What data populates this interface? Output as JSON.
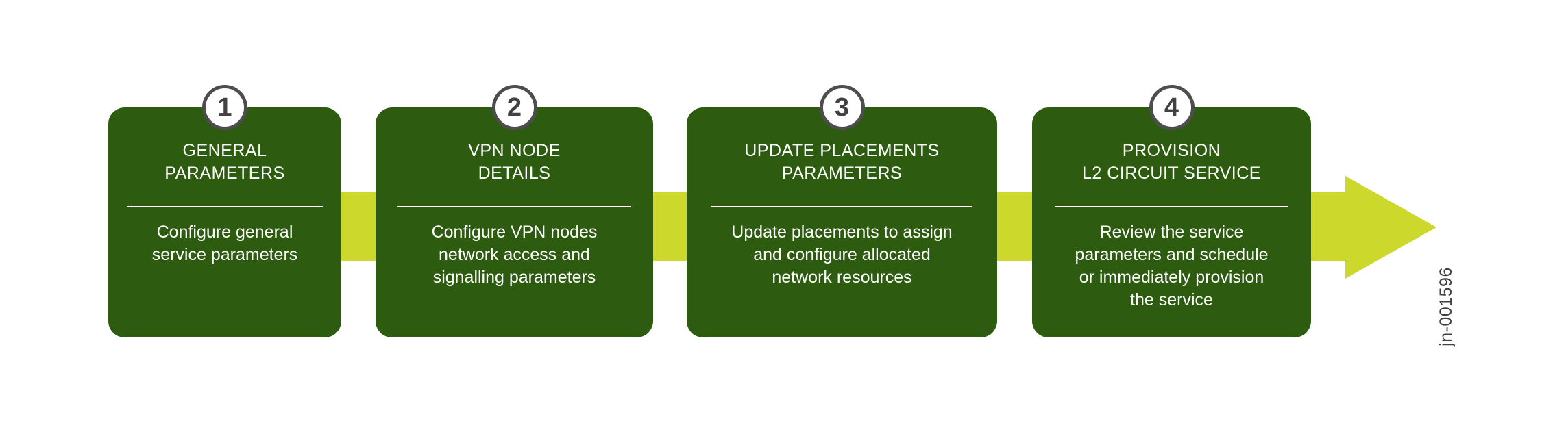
{
  "diagram": {
    "steps": [
      {
        "number": "1",
        "title_lines": [
          "GENERAL",
          "PARAMETERS"
        ],
        "description_lines": [
          "Configure general",
          "service parameters"
        ]
      },
      {
        "number": "2",
        "title_lines": [
          "VPN NODE",
          "DETAILS"
        ],
        "description_lines": [
          "Configure VPN nodes",
          "network access and",
          "signalling parameters"
        ]
      },
      {
        "number": "3",
        "title_lines": [
          "UPDATE PLACEMENTS",
          "PARAMETERS"
        ],
        "description_lines": [
          "Update placements to assign",
          "and configure allocated",
          "network resources"
        ]
      },
      {
        "number": "4",
        "title_lines": [
          "PROVISION",
          "L2 CIRCUIT SERVICE"
        ],
        "description_lines": [
          "Review the service",
          "parameters and schedule",
          "or immediately provision",
          "the service"
        ]
      }
    ],
    "figure_id": "jn-001596"
  },
  "colors": {
    "box_green": "#2d5c10",
    "arrow_green": "#ccd82c",
    "badge_border": "#4d4d4d",
    "badge_text": "#414042",
    "step_text": "#ffffff",
    "figure_id_text": "#404040"
  }
}
